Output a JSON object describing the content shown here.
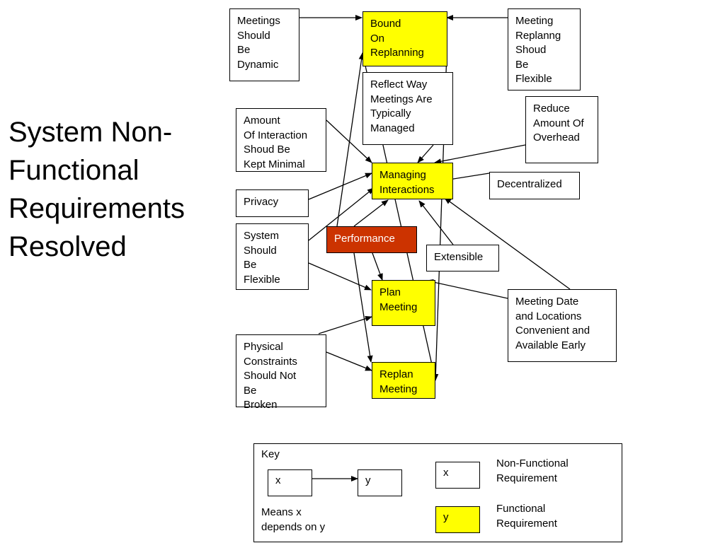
{
  "title": [
    "System Non-",
    "Functional",
    "Requirements",
    "Resolved"
  ],
  "nodes": {
    "meetings_dynamic": [
      "Meetings",
      "Should",
      "Be",
      "Dynamic"
    ],
    "bound_on_replanning": [
      "Bound",
      "On",
      "Replanning"
    ],
    "replanning_flexible": [
      "Meeting",
      "Replanng",
      "Shoud",
      "Be",
      "Flexible"
    ],
    "reflect_way": [
      "Reflect Way",
      "Meetings Are",
      "Typically",
      "Managed"
    ],
    "reduce_overhead": [
      "Reduce",
      "Amount Of",
      "Overhead"
    ],
    "amount_interaction": [
      "Amount",
      "Of Interaction",
      "Shoud Be",
      "Kept Minimal"
    ],
    "managing_interactions": [
      "Managing",
      "Interactions"
    ],
    "decentralized": [
      "Decentralized"
    ],
    "privacy": [
      "Privacy"
    ],
    "system_flexible": [
      "System",
      "Should",
      "Be",
      "Flexible"
    ],
    "performance": [
      "Performance"
    ],
    "extensible": [
      "Extensible"
    ],
    "plan_meeting": [
      "Plan",
      "Meeting"
    ],
    "date_locations": [
      "Meeting Date",
      "and Locations",
      "Convenient and",
      "Available Early"
    ],
    "physical_constraints": [
      "Physical",
      "Constraints",
      "Should Not",
      "Be",
      "Broken"
    ],
    "replan_meeting": [
      "Replan",
      "Meeting"
    ]
  },
  "key": {
    "heading": "Key",
    "x_label": "x",
    "y_label": "y",
    "means": [
      "Means x",
      "depends on y"
    ],
    "nfr_sample": "x",
    "nfr_desc": [
      "Non-Functional",
      "Requirement"
    ],
    "fr_sample": "y",
    "fr_desc": [
      "Functional",
      "Requirement"
    ]
  },
  "colors": {
    "functional": "#ffff00",
    "performance": "#cc3300",
    "line": "#000000"
  }
}
